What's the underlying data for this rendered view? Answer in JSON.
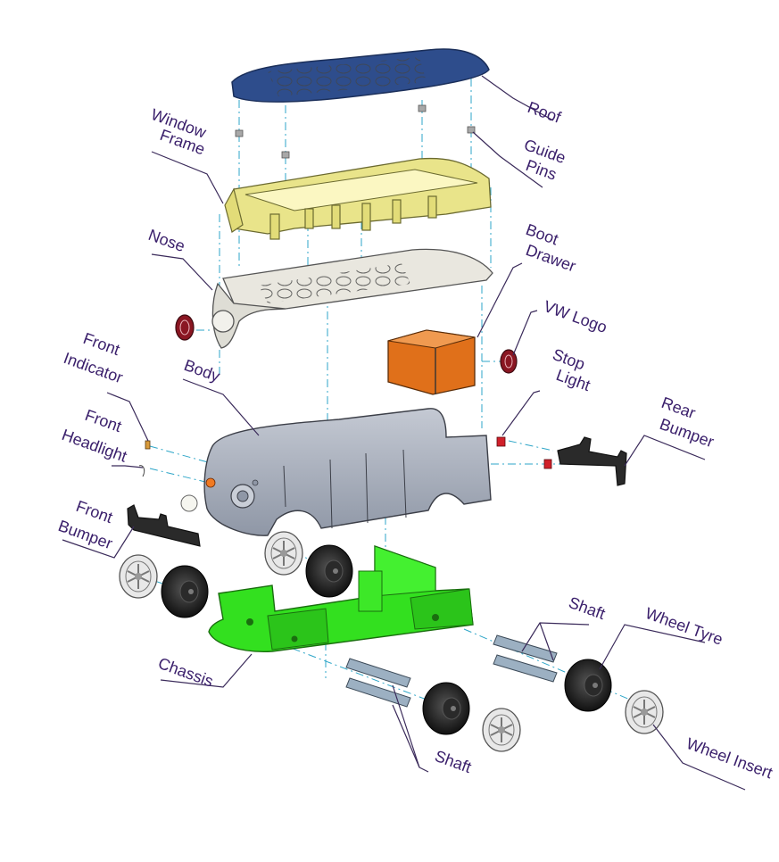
{
  "labels": {
    "roof": "Roof",
    "window_frame_1": "Window",
    "window_frame_2": "Frame",
    "guide_pins_1": "Guide",
    "guide_pins_2": "Pins",
    "nose": "Nose",
    "boot_drawer_1": "Boot",
    "boot_drawer_2": "Drawer",
    "vw_logo": "VW Logo",
    "stop_light_1": "Stop",
    "stop_light_2": "Light",
    "front_indicator_1": "Front",
    "front_indicator_2": "Indicator",
    "body": "Body",
    "rear_bumper_1": "Rear",
    "rear_bumper_2": "Bumper",
    "front_headlight_1": "Front",
    "front_headlight_2": "Headlight",
    "front_bumper_1": "Front",
    "front_bumper_2": "Bumper",
    "shaft_top": "Shaft",
    "wheel_tyre": "Wheel Tyre",
    "chassis": "Chassis",
    "shaft_bottom": "Shaft",
    "wheel_insert": "Wheel Insert"
  },
  "colors": {
    "roof": "#2e4d8c",
    "window_frame": "#e9e48a",
    "nose": "#e9e7df",
    "body": "#a5acba",
    "boot_drawer": "#e0701a",
    "chassis": "#33e01f",
    "tyre": "#1d1d1d",
    "logo": "#8a1622",
    "label": "#3a1f6b",
    "axis_line": "#2ea6c8"
  }
}
